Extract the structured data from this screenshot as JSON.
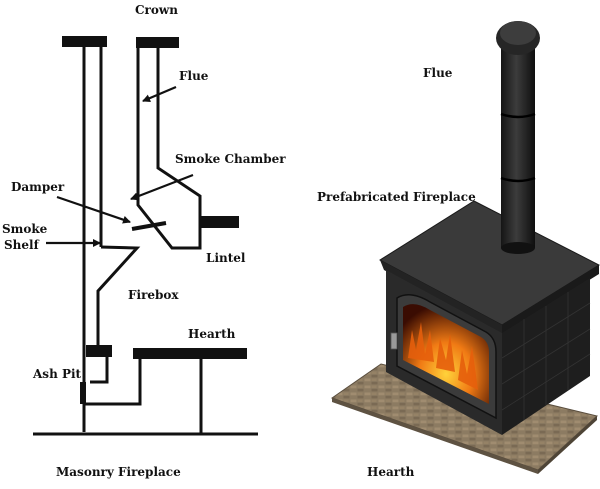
{
  "masonry": {
    "caption": "Masonry Fireplace",
    "labels": {
      "crown": "Crown",
      "flue": "Flue",
      "smoke_chamber": "Smoke Chamber",
      "damper": "Damper",
      "smoke_shelf_line1": "Smoke",
      "smoke_shelf_line2": "Shelf",
      "lintel": "Lintel",
      "firebox": "Firebox",
      "hearth": "Hearth",
      "ash_pit": "Ash Pit"
    }
  },
  "prefab": {
    "title": "Prefabricated Fireplace",
    "labels": {
      "flue": "Flue",
      "hearth": "Hearth"
    }
  },
  "colors": {
    "line": "#111111",
    "stove_body": "#2b2b2b",
    "stove_top": "#3a3a3a",
    "stove_side": "#1c1c1c",
    "hearth_tile": "#8a7a62",
    "flame": "#e36a12"
  }
}
